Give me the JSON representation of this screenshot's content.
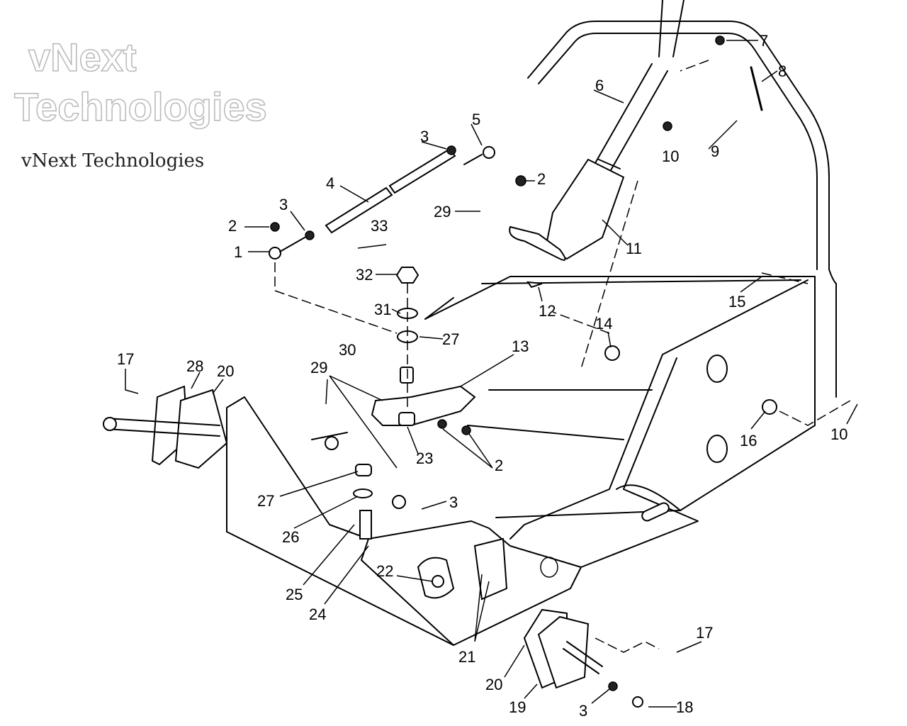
{
  "diagram": {
    "type": "exploded parts diagram",
    "callouts": [
      "7",
      "8",
      "6",
      "9",
      "10",
      "5",
      "3",
      "4",
      "2",
      "29",
      "2",
      "3",
      "33",
      "1",
      "11",
      "32",
      "12",
      "15",
      "31",
      "27",
      "14",
      "30",
      "13",
      "17",
      "28",
      "20",
      "29",
      "16",
      "10",
      "23",
      "2",
      "27",
      "3",
      "26",
      "22",
      "25",
      "24",
      "21",
      "17",
      "20",
      "19",
      "3",
      "18"
    ]
  },
  "watermark": {
    "text_serif": "vNext Technologies",
    "text_outline_1": "vNext",
    "text_outline_2": "Technologies"
  }
}
